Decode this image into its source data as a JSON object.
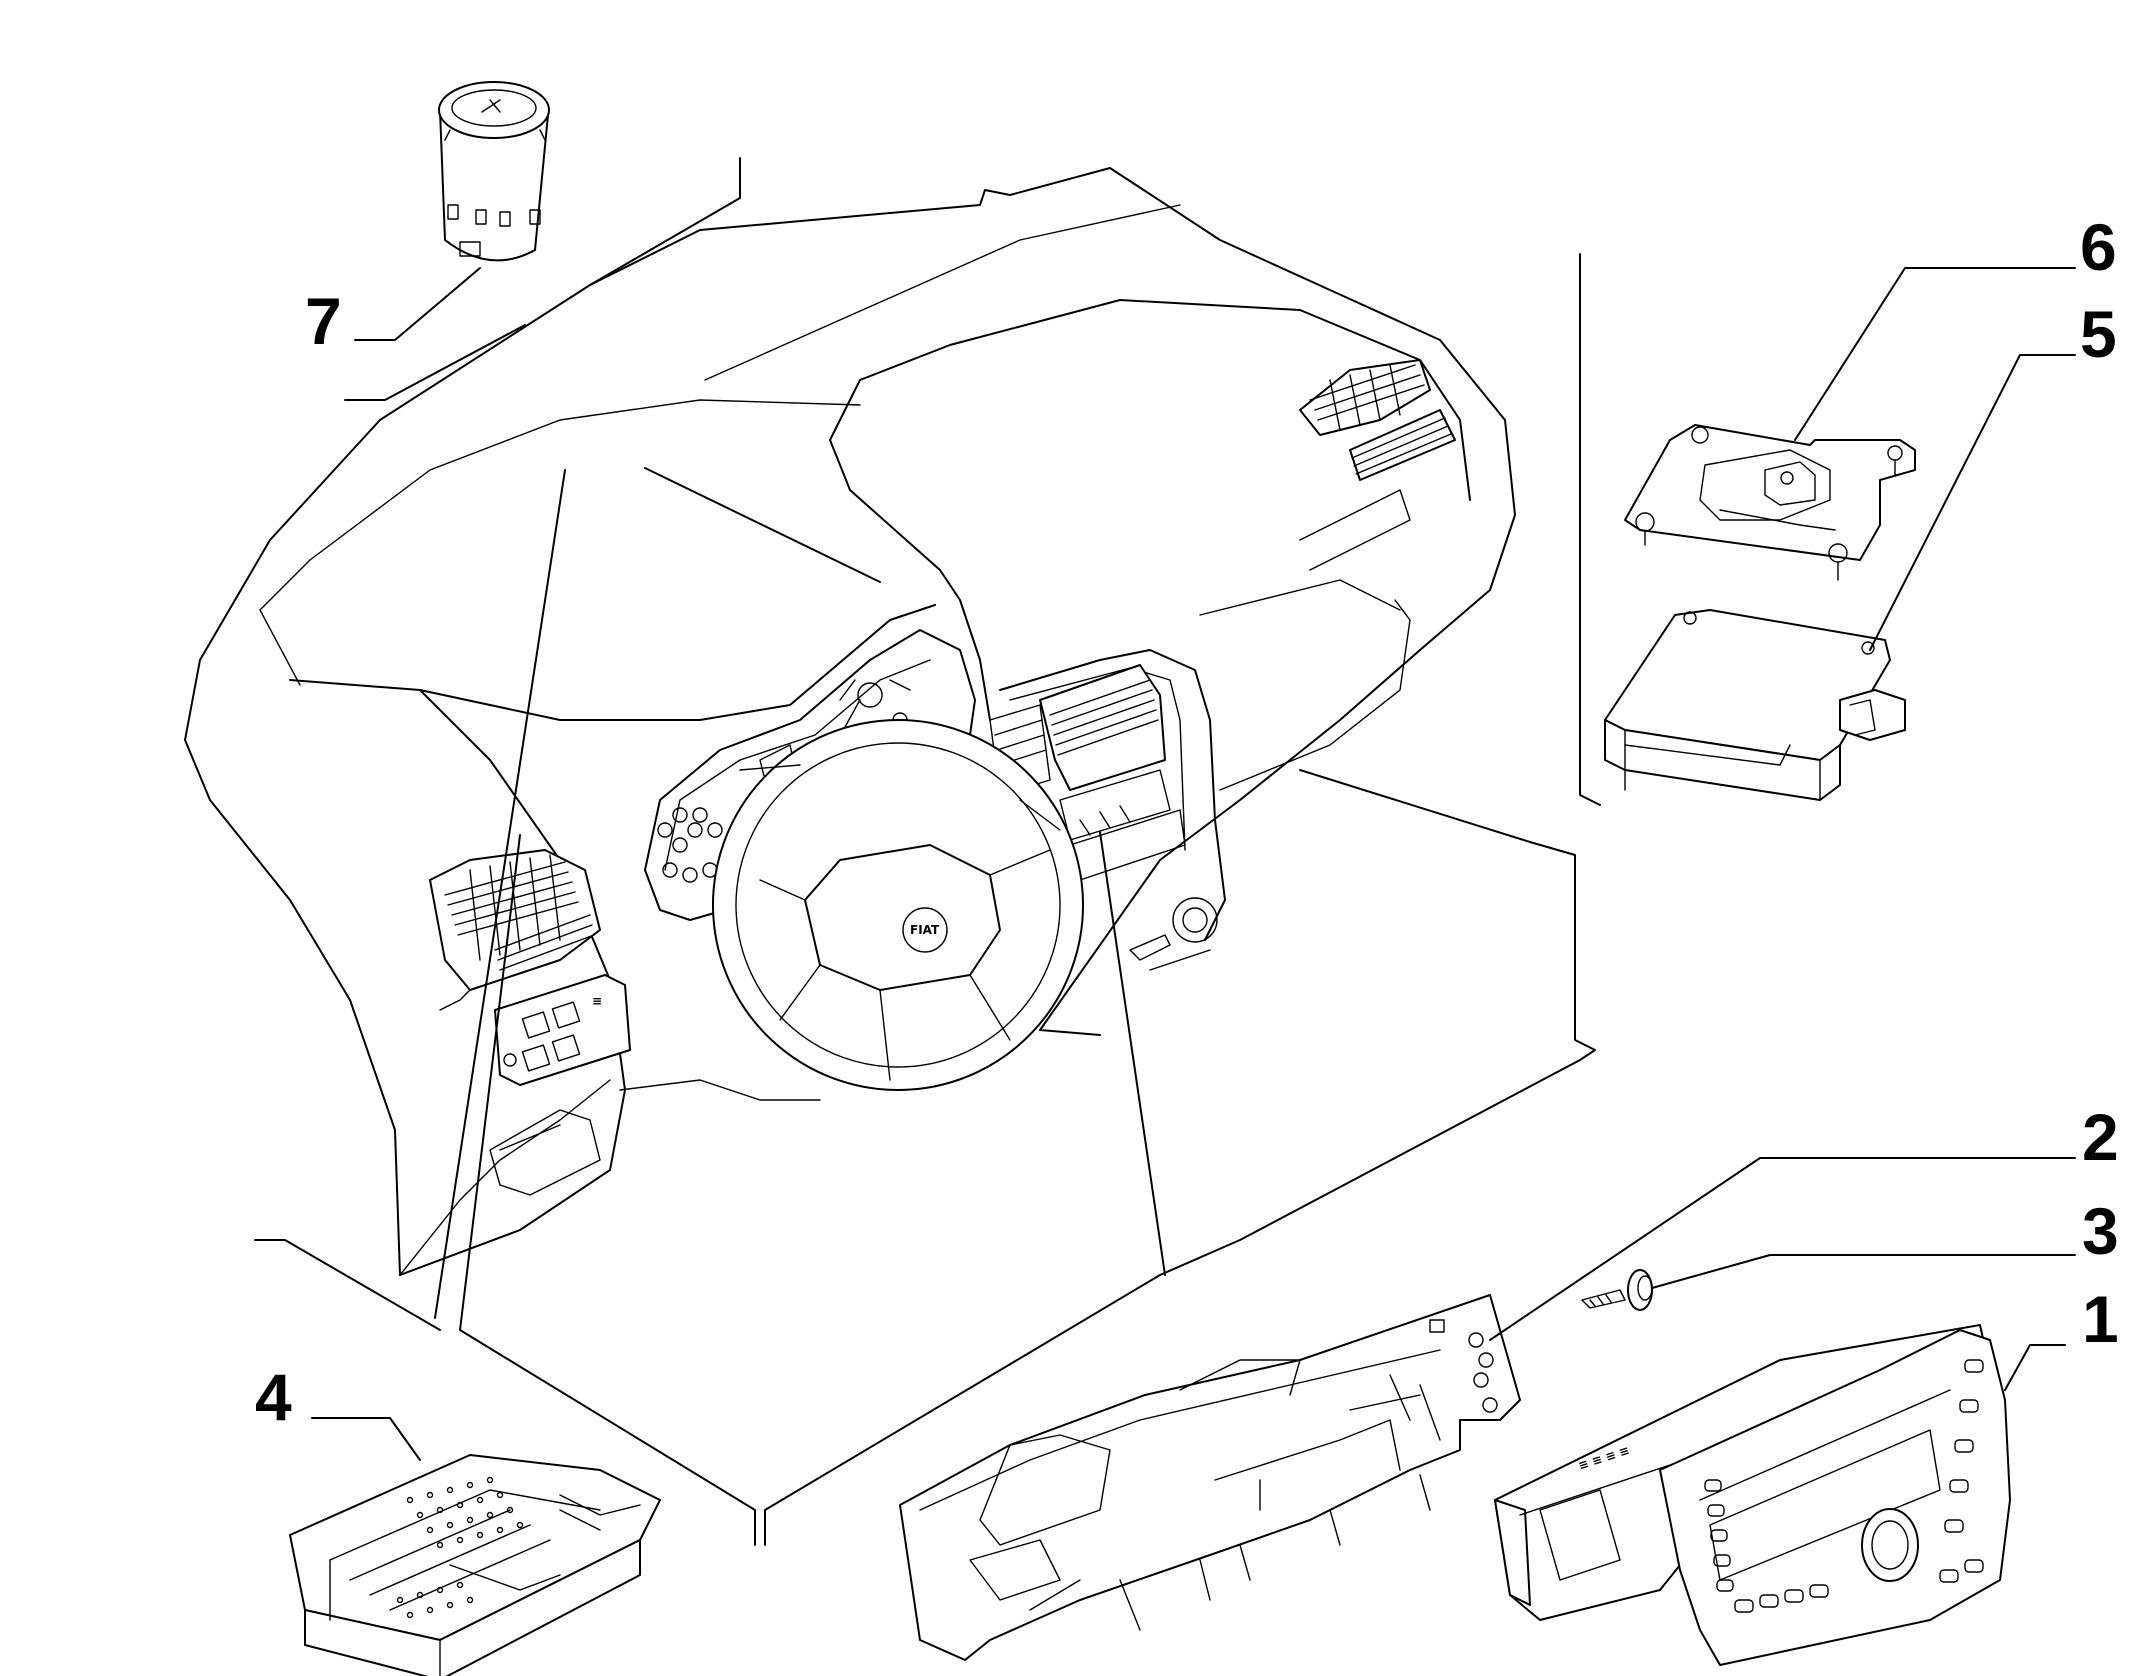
{
  "diagram": {
    "callouts": [
      {
        "id": "1",
        "label": "1",
        "part": "radio-cd-unit"
      },
      {
        "id": "2",
        "label": "2",
        "part": "radio-mounting-bracket"
      },
      {
        "id": "3",
        "label": "3",
        "part": "screw"
      },
      {
        "id": "4",
        "label": "4",
        "part": "control-unit-module"
      },
      {
        "id": "5",
        "label": "5",
        "part": "electronic-control-box"
      },
      {
        "id": "6",
        "label": "6",
        "part": "control-box-bracket"
      },
      {
        "id": "7",
        "label": "7",
        "part": "push-button-switch"
      }
    ],
    "badges": {
      "steering_logo": "FIAT"
    },
    "colors": {
      "line": "#000000",
      "background": "#ffffff"
    }
  }
}
